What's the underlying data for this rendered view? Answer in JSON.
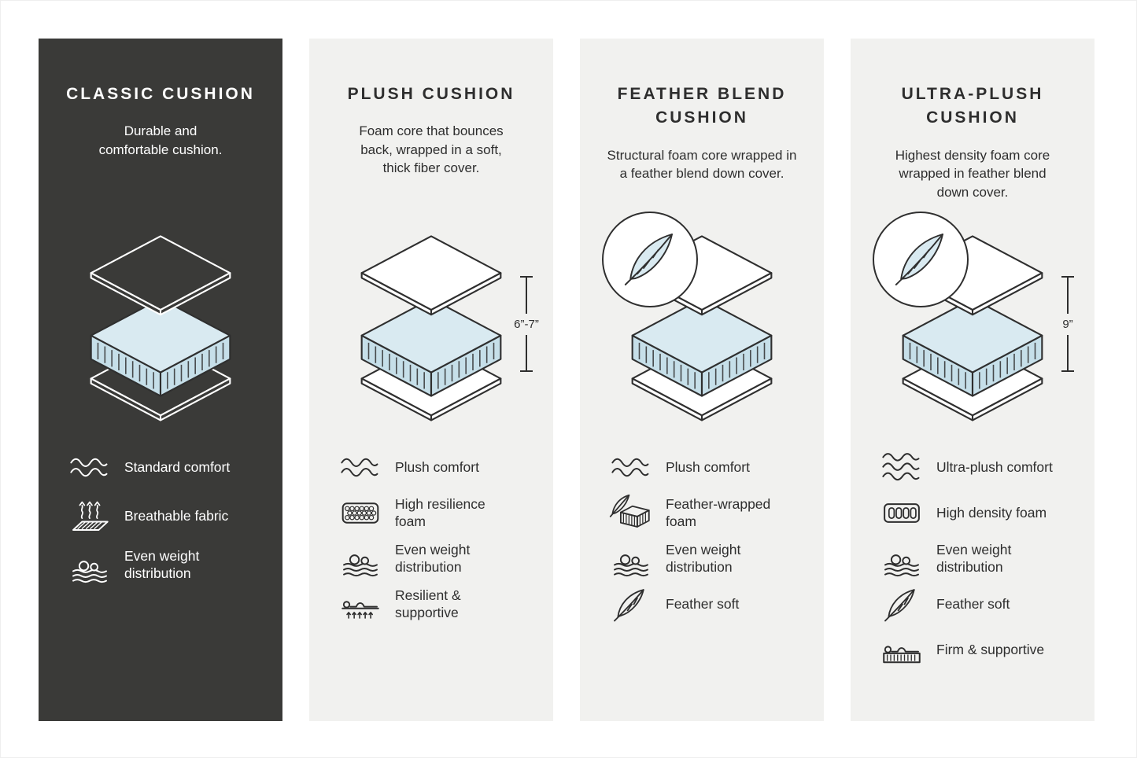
{
  "colors": {
    "dark_card_background": "#3a3a38",
    "light_card_background": "#f1f1ef",
    "foam_blue_top": "#d9eaf1",
    "foam_blue_side": "#c6dfe9",
    "line_dark": "#2f2f2f",
    "text_on_dark": "#ffffff"
  },
  "cards": [
    {
      "title": "CLASSIC CUSHION",
      "description": "Durable and\ncomfortable cushion.",
      "diagram": {
        "illustration": "layered-cushion",
        "feather_badge": false,
        "measurement": ""
      },
      "features": [
        {
          "icon": "comfort-waves-icon",
          "label": "Standard comfort"
        },
        {
          "icon": "breathable-fabric-icon",
          "label": "Breathable fabric"
        },
        {
          "icon": "even-weight-icon",
          "label": "Even weight\ndistribution"
        }
      ]
    },
    {
      "title": "PLUSH CUSHION",
      "description": "Foam core that bounces\nback, wrapped in a soft,\nthick fiber cover.",
      "diagram": {
        "illustration": "layered-cushion",
        "feather_badge": false,
        "measurement": "6”-7”"
      },
      "features": [
        {
          "icon": "comfort-waves-icon",
          "label": "Plush comfort"
        },
        {
          "icon": "resilience-foam-icon",
          "label": "High resilience\nfoam"
        },
        {
          "icon": "even-weight-icon",
          "label": "Even weight\ndistribution"
        },
        {
          "icon": "resilient-supportive-icon",
          "label": "Resilient &\nsupportive"
        }
      ]
    },
    {
      "title": "FEATHER BLEND\nCUSHION",
      "description": "Structural foam core wrapped in\na feather blend down cover.",
      "diagram": {
        "illustration": "layered-cushion",
        "feather_badge": true,
        "measurement": ""
      },
      "features": [
        {
          "icon": "comfort-waves-icon",
          "label": "Plush comfort"
        },
        {
          "icon": "feather-wrapped-foam-icon",
          "label": "Feather-wrapped\nfoam"
        },
        {
          "icon": "even-weight-icon",
          "label": "Even weight\ndistribution"
        },
        {
          "icon": "feather-soft-icon",
          "label": "Feather soft"
        }
      ]
    },
    {
      "title": "ULTRA-PLUSH\nCUSHION",
      "description": "Highest density foam core\nwrapped in feather blend\ndown cover.",
      "diagram": {
        "illustration": "layered-cushion",
        "feather_badge": true,
        "measurement": "9”"
      },
      "features": [
        {
          "icon": "ultra-plush-waves-icon",
          "label": "Ultra-plush comfort"
        },
        {
          "icon": "density-foam-icon",
          "label": "High density foam"
        },
        {
          "icon": "even-weight-icon",
          "label": "Even weight\ndistribution"
        },
        {
          "icon": "feather-soft-icon",
          "label": "Feather soft"
        },
        {
          "icon": "firm-supportive-icon",
          "label": "Firm & supportive"
        }
      ]
    }
  ]
}
